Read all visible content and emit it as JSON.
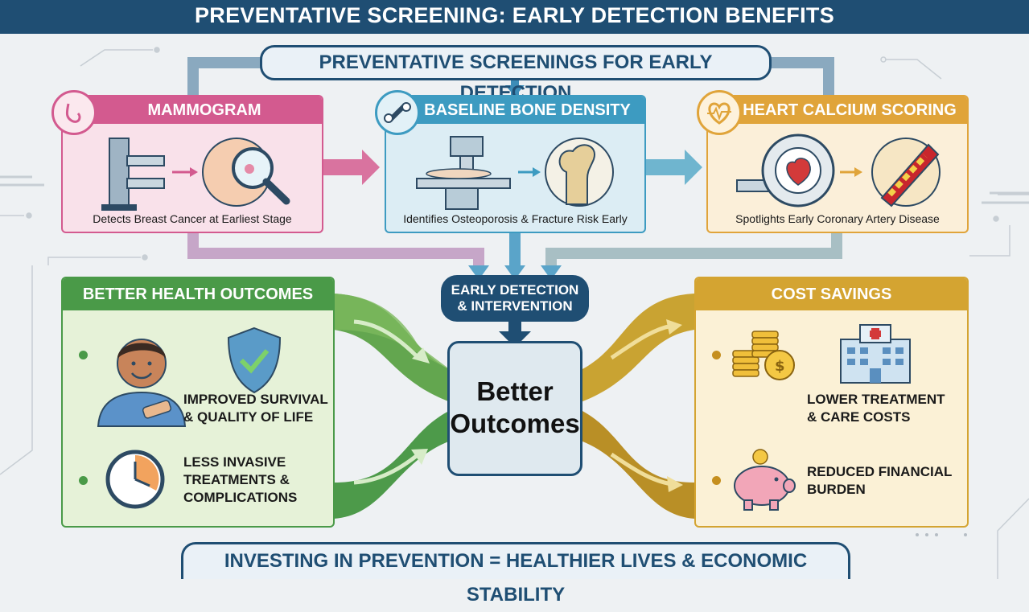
{
  "title": "PREVENTATIVE SCREENING: EARLY DETECTION BENEFITS",
  "subtitle": "PREVENTATIVE SCREENINGS FOR EARLY DETECTION",
  "screenings": [
    {
      "label": "MAMMOGRAM",
      "caption": "Detects Breast Cancer at Earliest Stage",
      "color": "#d35a8f"
    },
    {
      "label": "BASELINE BONE DENSITY",
      "caption": "Identifies Osteoporosis & Fracture Risk Early",
      "color": "#3d9bc1"
    },
    {
      "label": "HEART CALCIUM SCORING",
      "caption": "Spotlights Early Coronary Artery Disease",
      "color": "#e0a43a"
    }
  ],
  "hub": {
    "line1": "EARLY DETECTION",
    "line2": "& INTERVENTION"
  },
  "center": {
    "line1": "Better",
    "line2": "Outcomes"
  },
  "health": {
    "heading": "BETTER HEALTH OUTCOMES",
    "color": "#4a9a48",
    "items": [
      {
        "line1": "IMPROVED SURVIVAL",
        "line2": "& QUALITY OF LIFE",
        "icon": "patient-shield-icon"
      },
      {
        "line1": "LESS INVASIVE",
        "line2": "TREATMENTS &",
        "line3": "COMPLICATIONS",
        "icon": "clock-icon"
      }
    ]
  },
  "cost": {
    "heading": "COST SAVINGS",
    "color": "#d4a431",
    "items": [
      {
        "line1": "LOWER TREATMENT",
        "line2": "& CARE COSTS",
        "icon": "coins-hospital-icon"
      },
      {
        "line1": "REDUCED FINANCIAL",
        "line2": "BURDEN",
        "icon": "piggy-bank-icon"
      }
    ]
  },
  "footer": "INVESTING IN PREVENTION = HEALTHIER LIVES & ECONOMIC STABILITY"
}
